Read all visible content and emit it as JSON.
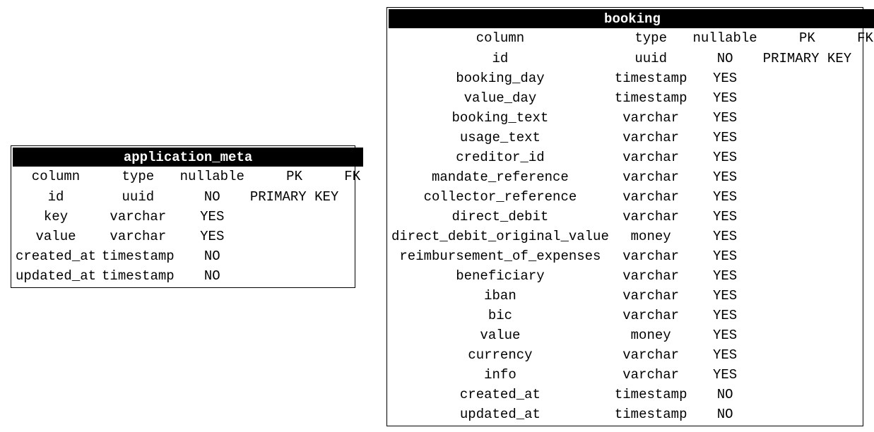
{
  "tables": [
    {
      "name": "application_meta",
      "header": [
        "column",
        "type",
        "nullable",
        "PK",
        "FK"
      ],
      "rows": [
        [
          "id",
          "uuid",
          "NO",
          "PRIMARY KEY",
          ""
        ],
        [
          "key",
          "varchar",
          "YES",
          "",
          ""
        ],
        [
          "value",
          "varchar",
          "YES",
          "",
          ""
        ],
        [
          "created_at",
          "timestamp",
          "NO",
          "",
          ""
        ],
        [
          "updated_at",
          "timestamp",
          "NO",
          "",
          ""
        ]
      ]
    },
    {
      "name": "booking",
      "header": [
        "column",
        "type",
        "nullable",
        "PK",
        "FK"
      ],
      "rows": [
        [
          "id",
          "uuid",
          "NO",
          "PRIMARY KEY",
          ""
        ],
        [
          "booking_day",
          "timestamp",
          "YES",
          "",
          ""
        ],
        [
          "value_day",
          "timestamp",
          "YES",
          "",
          ""
        ],
        [
          "booking_text",
          "varchar",
          "YES",
          "",
          ""
        ],
        [
          "usage_text",
          "varchar",
          "YES",
          "",
          ""
        ],
        [
          "creditor_id",
          "varchar",
          "YES",
          "",
          ""
        ],
        [
          "mandate_reference",
          "varchar",
          "YES",
          "",
          ""
        ],
        [
          "collector_reference",
          "varchar",
          "YES",
          "",
          ""
        ],
        [
          "direct_debit",
          "varchar",
          "YES",
          "",
          ""
        ],
        [
          "direct_debit_original_value",
          "money",
          "YES",
          "",
          ""
        ],
        [
          "reimbursement_of_expenses",
          "varchar",
          "YES",
          "",
          ""
        ],
        [
          "beneficiary",
          "varchar",
          "YES",
          "",
          ""
        ],
        [
          "iban",
          "varchar",
          "YES",
          "",
          ""
        ],
        [
          "bic",
          "varchar",
          "YES",
          "",
          ""
        ],
        [
          "value",
          "money",
          "YES",
          "",
          ""
        ],
        [
          "currency",
          "varchar",
          "YES",
          "",
          ""
        ],
        [
          "info",
          "varchar",
          "YES",
          "",
          ""
        ],
        [
          "created_at",
          "timestamp",
          "NO",
          "",
          ""
        ],
        [
          "updated_at",
          "timestamp",
          "NO",
          "",
          ""
        ]
      ]
    }
  ]
}
